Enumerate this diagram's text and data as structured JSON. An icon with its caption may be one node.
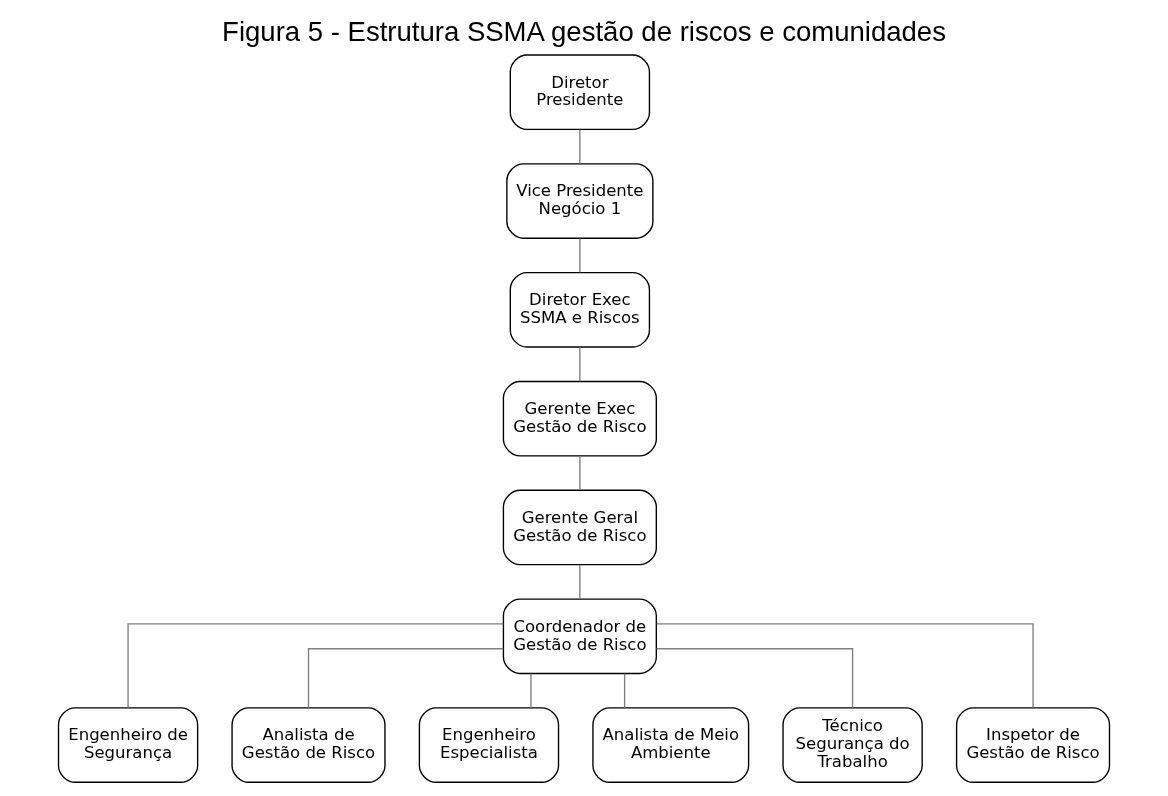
{
  "diagram": {
    "title": "Figura 5 - Estrutura SSMA gestão de riscos e comunidades",
    "nodes": [
      {
        "text": [
          "Diretor Presidente"
        ]
      },
      {
        "text": [
          "Vice Presidente Negócio 1"
        ]
      },
      {
        "text": [
          "Diretor Exec SSMA e Riscos"
        ]
      },
      {
        "text": [
          "Gerente Exec Gestão de Risco"
        ]
      },
      {
        "text": [
          "Gerente Geral Gestão de Risco"
        ]
      },
      {
        "text": [
          "Coordenador de Gestão de Risco"
        ]
      },
      {
        "text": [
          "Engenheiro de Segurança"
        ]
      },
      {
        "text": [
          "Analista de Gestão de Risco"
        ]
      },
      {
        "text": [
          "Engenheiro Especialista"
        ]
      },
      {
        "text": [
          "Analista de Meio Ambiente"
        ]
      },
      {
        "text": [
          "Técnico Segurança do Trabalho"
        ]
      },
      {
        "text": [
          "Inspetor de Gestão de Risco"
        ]
      }
    ],
    "edges": [
      {
        "from": 0,
        "to": 1,
        "arrow": "none"
      },
      {
        "from": 1,
        "to": 2,
        "arrow": "none"
      },
      {
        "from": 2,
        "to": 3,
        "arrow": "none"
      },
      {
        "from": 3,
        "to": 4,
        "arrow": "none"
      },
      {
        "from": 4,
        "to": 5,
        "arrow": "none"
      },
      {
        "from": 5,
        "to": 6,
        "arrow": "none"
      },
      {
        "from": 5,
        "to": 7,
        "arrow": "none"
      },
      {
        "from": 5,
        "to": 8,
        "arrow": "none"
      },
      {
        "from": 5,
        "to": 9,
        "arrow": "none"
      },
      {
        "from": 5,
        "to": 10,
        "arrow": "none"
      },
      {
        "from": 5,
        "to": 11,
        "arrow": "none"
      }
    ]
  }
}
